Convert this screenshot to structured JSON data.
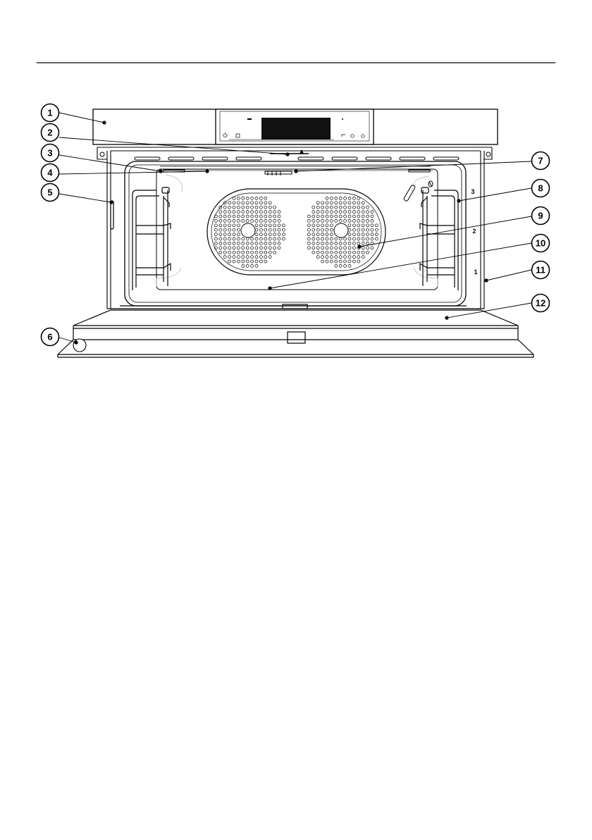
{
  "callouts": [
    {
      "number": "1"
    },
    {
      "number": "2"
    },
    {
      "number": "3"
    },
    {
      "number": "4"
    },
    {
      "number": "5"
    },
    {
      "number": "6"
    },
    {
      "number": "7"
    },
    {
      "number": "8"
    },
    {
      "number": "9"
    },
    {
      "number": "10"
    },
    {
      "number": "11"
    },
    {
      "number": "12"
    }
  ],
  "shelf_levels": [
    "3",
    "2",
    "1"
  ],
  "colors": {
    "ink": "#000000",
    "paper": "#ffffff",
    "display": "#111111",
    "chamber_gray": "#bbbbbb"
  }
}
